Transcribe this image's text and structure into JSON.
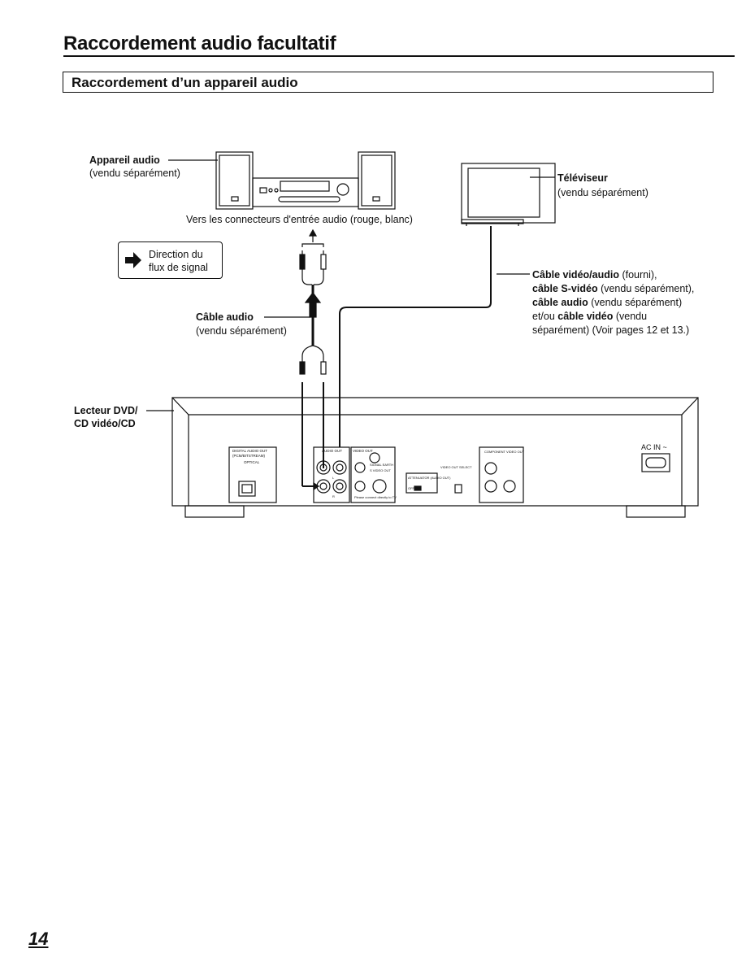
{
  "header": {
    "page_title": "Raccordement audio facultatif",
    "section_title": "Raccordement d’un appareil audio"
  },
  "labels": {
    "audio_device_name": "Appareil audio",
    "audio_device_note": "(vendu séparément)",
    "tv_name": "Téléviseur",
    "tv_note": "(vendu séparément)",
    "audio_input_caption": "Vers les connecteurs d'entrée audio (rouge, blanc)",
    "legend_line1": "Direction du",
    "legend_line2": "flux de signal",
    "audio_cable_name": "Câble audio",
    "audio_cable_note": "(vendu séparément)",
    "cables_line1_bold": "Câble vidéo/audio",
    "cables_line1_rest": " (fourni),",
    "cables_line2_bold": "câble S-vidéo",
    "cables_line2_rest": " (vendu séparément),",
    "cables_line3_bold": "câble audio",
    "cables_line3_rest": " (vendu séparément)",
    "cables_line4_pre": "et/ou ",
    "cables_line4_bold": "câble vidéo",
    "cables_line4_rest": " (vendu",
    "cables_line5": "séparément) (Voir pages 12 et 13.)",
    "player_line1": "Lecteur DVD/",
    "player_line2": "CD vidéo/CD"
  },
  "panel": {
    "digital_out": "DIGITAL AUDIO OUT",
    "pcm": "(PCM/BITSTREAM)",
    "optical": "OPTICAL",
    "audio_out": "AUDIO OUT",
    "video_out": "VIDEO OUT",
    "signal_earth": "SIGNAL EARTH",
    "s_video_out": "S VIDEO OUT",
    "connect_note": "Please connect directly to TV",
    "attenuator": "ATTENUATOR (AUDIO OUT)",
    "off_on": "OFF  ON",
    "video_out_select": "VIDEO OUT SELECT",
    "component": "COMPONENT VIDEO OUT",
    "ac_in": "AC IN ~",
    "l": "L",
    "r": "R"
  },
  "page_number": "14"
}
